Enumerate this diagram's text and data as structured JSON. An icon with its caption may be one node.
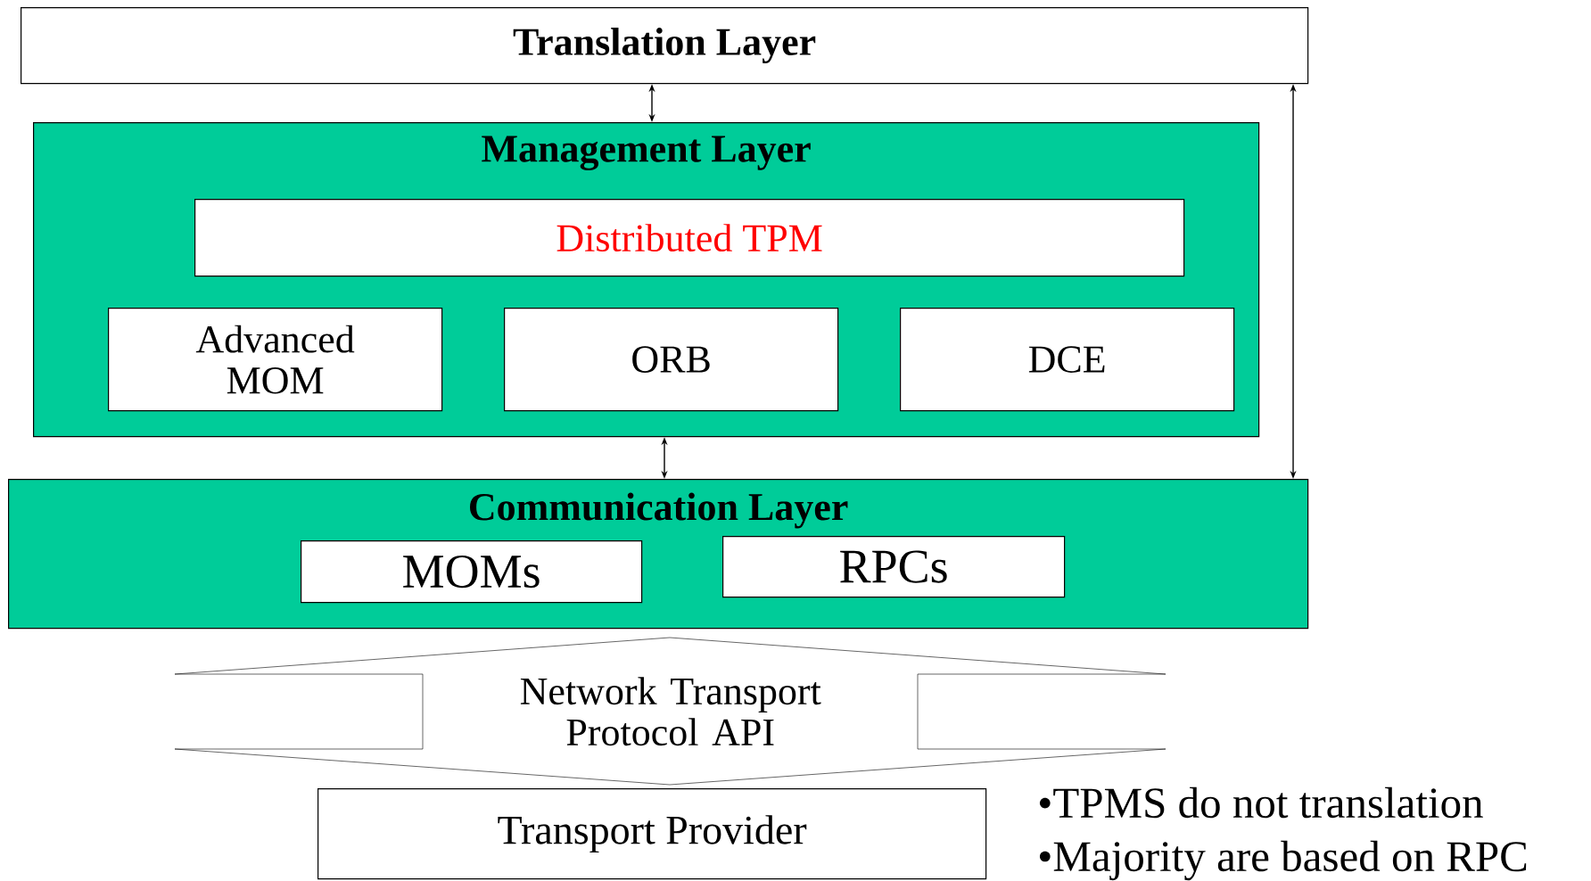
{
  "diagram": {
    "nodes": [
      {
        "text": [
          "Translation Layer"
        ]
      },
      {
        "text": [
          "Management Layer"
        ]
      },
      {
        "text": [
          "Distributed TPM"
        ],
        "in": 1
      },
      {
        "text": [
          "Advanced MOM"
        ],
        "in": 1
      },
      {
        "text": [
          "ORB"
        ],
        "in": 1
      },
      {
        "text": [
          "DCE"
        ],
        "in": 1
      },
      {
        "text": [
          "Communication Layer"
        ]
      },
      {
        "text": [
          "MOMs"
        ],
        "in": 6
      },
      {
        "text": [
          "RPCs"
        ],
        "in": 6
      },
      {
        "text": [
          "Network Transport Protocol API"
        ]
      },
      {
        "text": [
          "Transport Provider"
        ]
      }
    ],
    "edges": [
      {
        "from": 0,
        "to": 1,
        "arrow": "both"
      },
      {
        "from": 1,
        "to": 6,
        "arrow": "both"
      },
      {
        "from": 0,
        "to": 6,
        "arrow": "both"
      }
    ],
    "labels": [
      "•TPMS do not translation",
      "•Majority are based on RPC"
    ]
  }
}
